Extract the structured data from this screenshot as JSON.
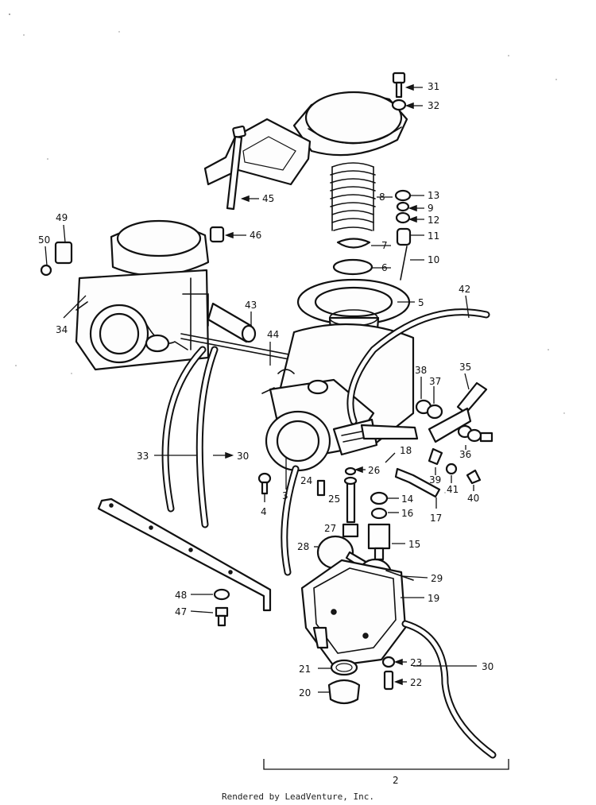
{
  "footer": {
    "credit": "Rendered by LeadVenture, Inc."
  },
  "callouts": [
    {
      "id": "31",
      "text": "31"
    },
    {
      "id": "32",
      "text": "32"
    },
    {
      "id": "8",
      "text": "8"
    },
    {
      "id": "13",
      "text": "13"
    },
    {
      "id": "9",
      "text": "9"
    },
    {
      "id": "12",
      "text": "12"
    },
    {
      "id": "11",
      "text": "11"
    },
    {
      "id": "7",
      "text": "7"
    },
    {
      "id": "10",
      "text": "10"
    },
    {
      "id": "6",
      "text": "6"
    },
    {
      "id": "5",
      "text": "5"
    },
    {
      "id": "45",
      "text": "45"
    },
    {
      "id": "46",
      "text": "46"
    },
    {
      "id": "49",
      "text": "49"
    },
    {
      "id": "50",
      "text": "50"
    },
    {
      "id": "34",
      "text": "34"
    },
    {
      "id": "43",
      "text": "43"
    },
    {
      "id": "44",
      "text": "44"
    },
    {
      "id": "42",
      "text": "42"
    },
    {
      "id": "38",
      "text": "38"
    },
    {
      "id": "37",
      "text": "37"
    },
    {
      "id": "35",
      "text": "35"
    },
    {
      "id": "36",
      "text": "36"
    },
    {
      "id": "18",
      "text": "18"
    },
    {
      "id": "26",
      "text": "26"
    },
    {
      "id": "24",
      "text": "24"
    },
    {
      "id": "33",
      "text": "33"
    },
    {
      "id": "30a",
      "text": "30"
    },
    {
      "id": "3",
      "text": "3"
    },
    {
      "id": "4",
      "text": "4"
    },
    {
      "id": "39",
      "text": "39"
    },
    {
      "id": "41",
      "text": "41"
    },
    {
      "id": "40",
      "text": "40"
    },
    {
      "id": "14",
      "text": "14"
    },
    {
      "id": "25",
      "text": "25"
    },
    {
      "id": "16",
      "text": "16"
    },
    {
      "id": "17",
      "text": "17"
    },
    {
      "id": "27",
      "text": "27"
    },
    {
      "id": "15",
      "text": "15"
    },
    {
      "id": "28",
      "text": "28"
    },
    {
      "id": "29",
      "text": "29"
    },
    {
      "id": "19",
      "text": "19"
    },
    {
      "id": "48",
      "text": "48"
    },
    {
      "id": "47",
      "text": "47"
    },
    {
      "id": "21",
      "text": "21"
    },
    {
      "id": "23",
      "text": "23"
    },
    {
      "id": "30b",
      "text": "30"
    },
    {
      "id": "22",
      "text": "22"
    },
    {
      "id": "20",
      "text": "20"
    },
    {
      "id": "2",
      "text": "2"
    }
  ]
}
